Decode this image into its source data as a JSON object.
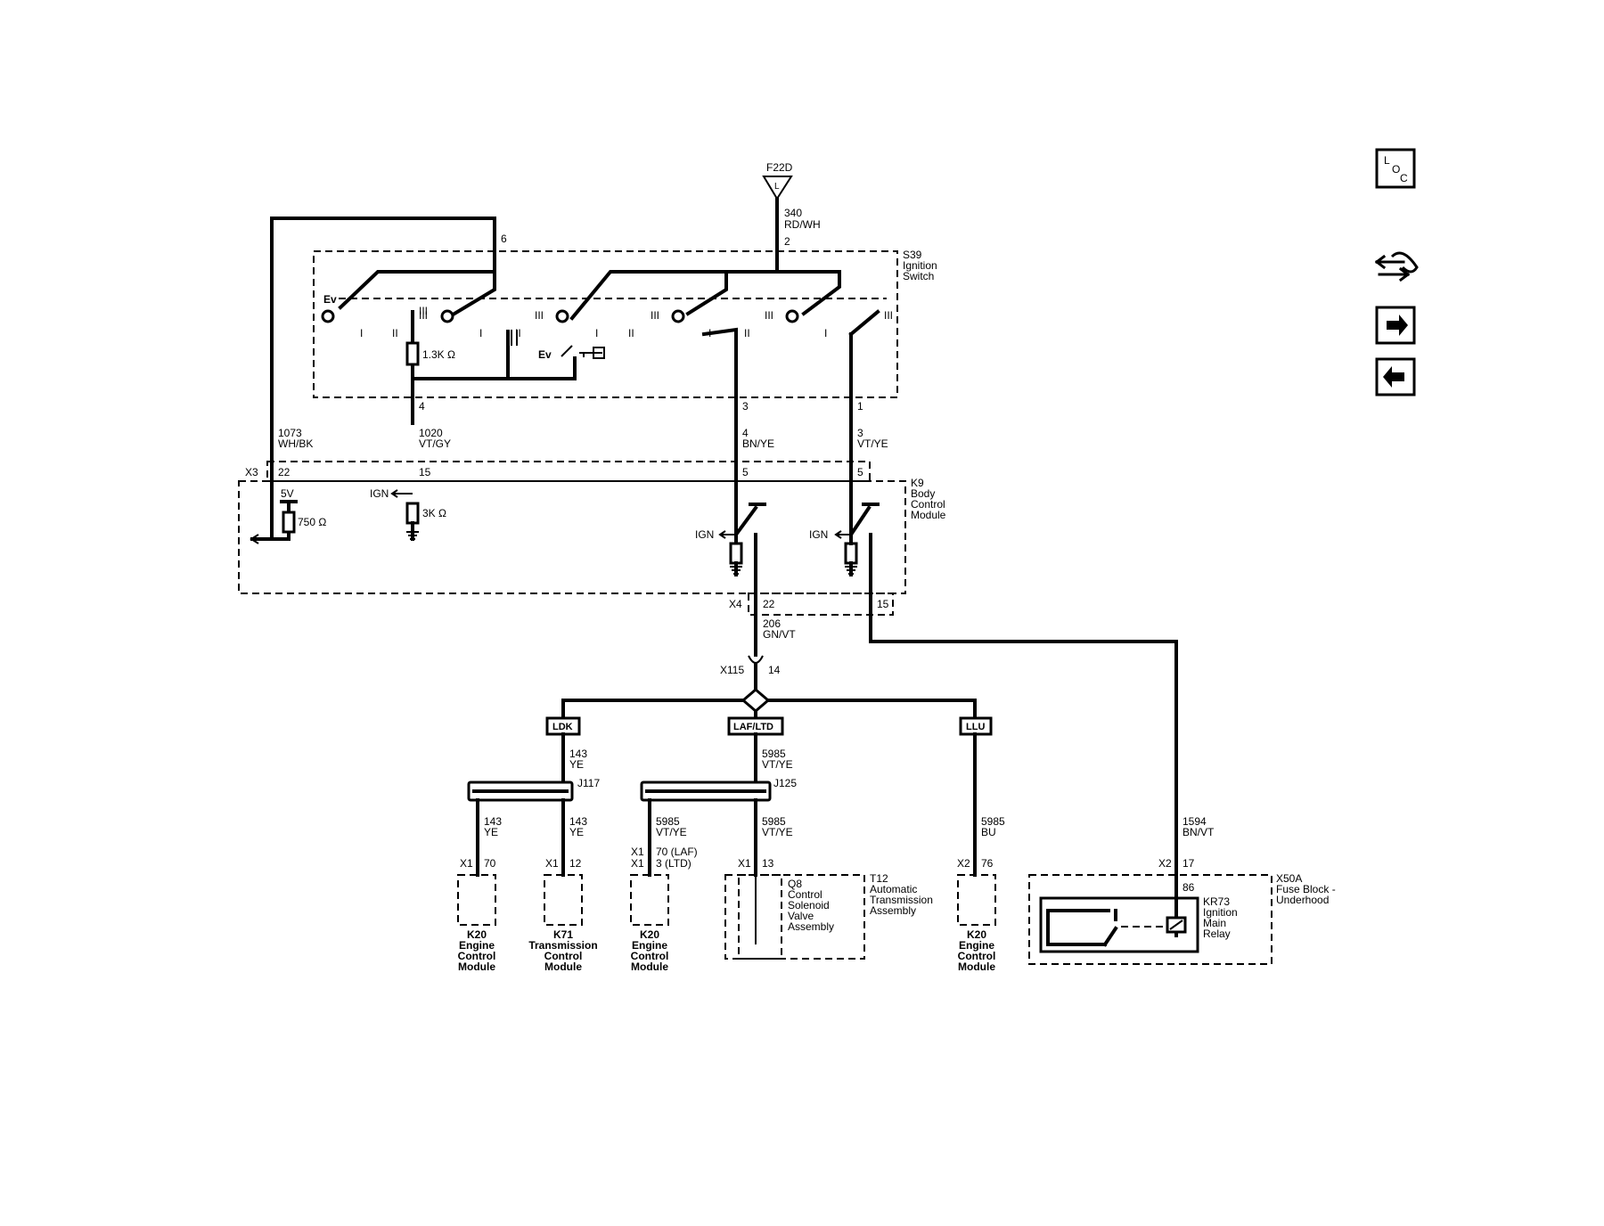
{
  "feed": {
    "fuse": "F22D",
    "fuse_symbol": "L",
    "wire_num": "340",
    "wire_color": "RD/WH",
    "pin": "2"
  },
  "ignition_switch": {
    "name_line1": "S39",
    "name_line2": "Ignition",
    "name_line3": "Switch",
    "pin_6": "6",
    "pin_4": "4",
    "pin_3": "3",
    "pin_1": "1",
    "resistor": "1.3K Ω",
    "pos_I": "I",
    "pos_II": "II",
    "pos_III": "III"
  },
  "wires_upper": {
    "w1073_num": "1073",
    "w1073_color": "WH/BK",
    "w1020_num": "1020",
    "w1020_color": "VT/GY",
    "wbn_num": "4",
    "wbn_color": "BN/YE",
    "wvt_num": "3",
    "wvt_color": "VT/YE"
  },
  "bcm": {
    "name_line1": "K9",
    "name_line2": "Body",
    "name_line3": "Control",
    "name_line4": "Module",
    "x3": "X3",
    "pin_22": "22",
    "pin_15": "15",
    "pin_5a": "5",
    "pin_5b": "5",
    "five_v": "5V",
    "r750": "750 Ω",
    "r3k": "3K Ω",
    "ign1": "IGN",
    "ign2": "IGN",
    "ign3": "IGN",
    "x4": "X4",
    "x4_pin": "22",
    "out_pin": "15"
  },
  "middle": {
    "w206_num": "206",
    "w206_color": "GN/VT",
    "x115": "X115",
    "x115_pin": "14",
    "opt_ldk": "LDK",
    "opt_laf": "LAF/LTD",
    "opt_llu": "LLU"
  },
  "lower": {
    "w143a_num": "143",
    "w143a_color": "YE",
    "j117": "J117",
    "w143b_num": "143",
    "w143b_color": "YE",
    "w143c_num": "143",
    "w143c_color": "YE",
    "w5985a_num": "5985",
    "w5985a_color": "VT/YE",
    "j125": "J125",
    "w5985b_num": "5985",
    "w5985b_color": "VT/YE",
    "w5985c_num": "5985",
    "w5985c_color": "VT/YE",
    "w5985d_num": "5985",
    "w5985d_color": "BU",
    "w1594_num": "1594",
    "w1594_color": "BN/VT"
  },
  "connectors": {
    "c1_x": "X1",
    "c1_pin": "70",
    "c2_x": "X1",
    "c2_pin": "12",
    "c3_x1": "X1",
    "c3_pin1": "70 (LAF)",
    "c3_x2": "X1",
    "c3_pin2": "3 (LTD)",
    "c4_x": "X1",
    "c4_pin": "13",
    "c5_x": "X2",
    "c5_pin": "76",
    "c6_x": "X2",
    "c6_pin": "17"
  },
  "modules": {
    "k20a_l1": "K20",
    "k20a_l2": "Engine",
    "k20a_l3": "Control",
    "k20a_l4": "Module",
    "k71_l1": "K71",
    "k71_l2": "Transmission",
    "k71_l3": "Control",
    "k71_l4": "Module",
    "k20b_l1": "K20",
    "k20b_l2": "Engine",
    "k20b_l3": "Control",
    "k20b_l4": "Module",
    "k20c_l1": "K20",
    "k20c_l2": "Engine",
    "k20c_l3": "Control",
    "k20c_l4": "Module",
    "t12_l1": "T12",
    "t12_l2": "Automatic",
    "t12_l3": "Transmission",
    "t12_l4": "Assembly",
    "q8_l1": "Q8",
    "q8_l2": "Control",
    "q8_l3": "Solenoid",
    "q8_l4": "Valve",
    "q8_l5": "Assembly",
    "x50a_l1": "X50A",
    "x50a_l2": "Fuse Block -",
    "x50a_l3": "Underhood",
    "kr73_pin": "86",
    "kr73_l1": "KR73",
    "kr73_l2": "Ignition",
    "kr73_l3": "Main",
    "kr73_l4": "Relay"
  },
  "nav": {
    "loc_l": "L",
    "loc_o": "O",
    "loc_c": "C",
    "icons": [
      "location-icon",
      "connector-swap-icon",
      "arrow-right-icon",
      "arrow-left-icon"
    ]
  }
}
